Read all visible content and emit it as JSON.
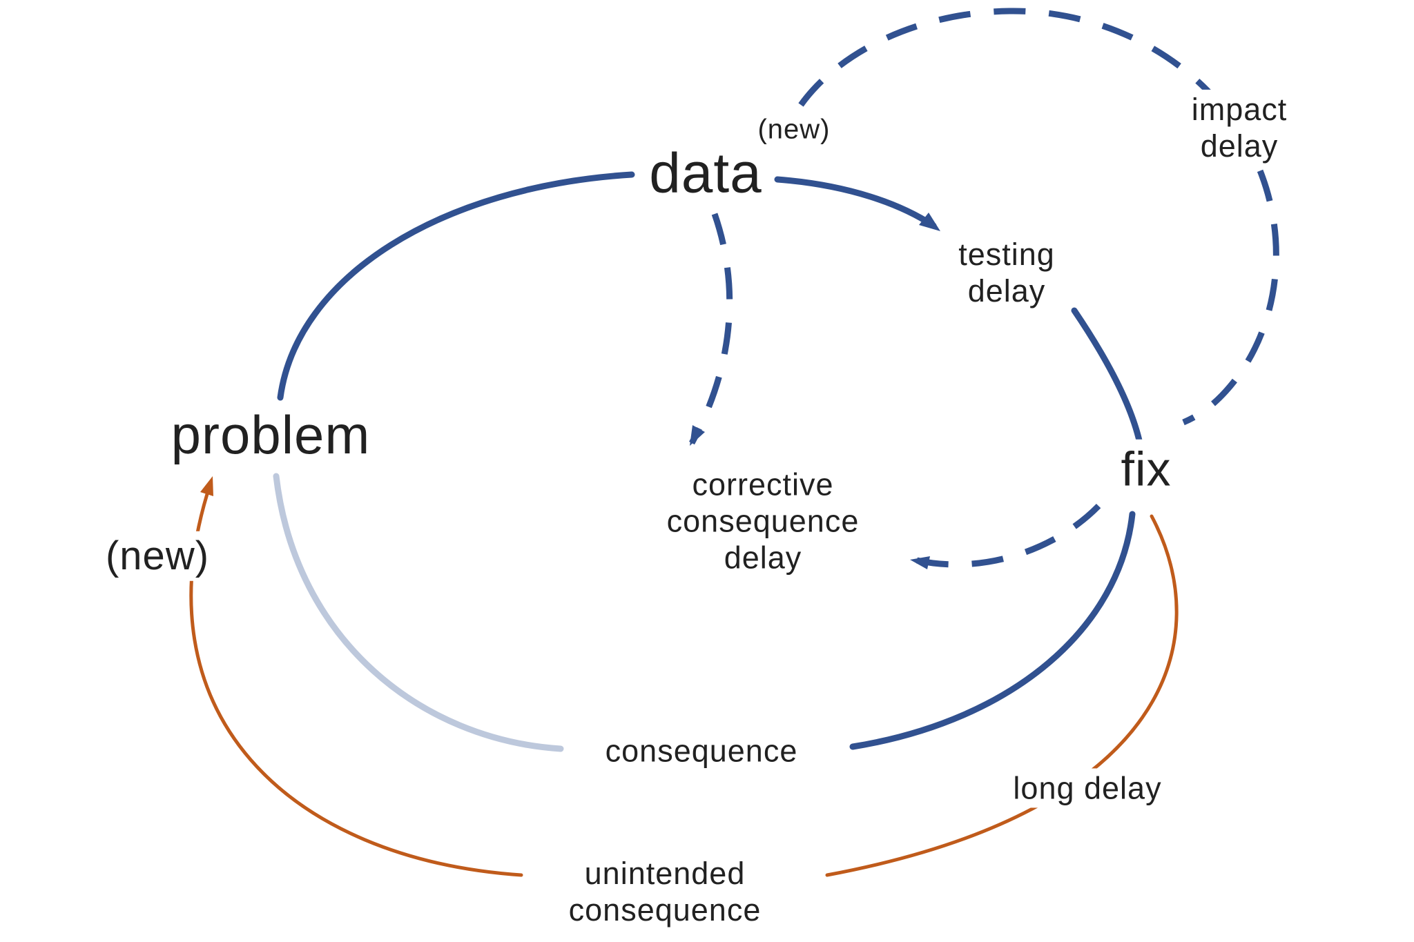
{
  "diagram": {
    "colors": {
      "dark_blue": "#315190",
      "light_gray_blue": "#bdc8dc",
      "orange": "#c05b1b",
      "text": "#212121"
    },
    "nodes": {
      "data": {
        "label": "data"
      },
      "data_new": {
        "label": "(new)"
      },
      "problem": {
        "label": "problem"
      },
      "problem_new": {
        "label": "(new)"
      },
      "fix": {
        "label": "fix"
      },
      "consequence": {
        "label": "consequence"
      },
      "unintended_consequence": {
        "label": "unintended\nconsequence"
      },
      "testing_delay": {
        "label": "testing\ndelay"
      },
      "impact_delay": {
        "label": "impact\ndelay"
      },
      "corrective_consequence_delay": {
        "label": "corrective\nconsequence\ndelay"
      },
      "long_delay": {
        "label": "long delay"
      }
    }
  }
}
